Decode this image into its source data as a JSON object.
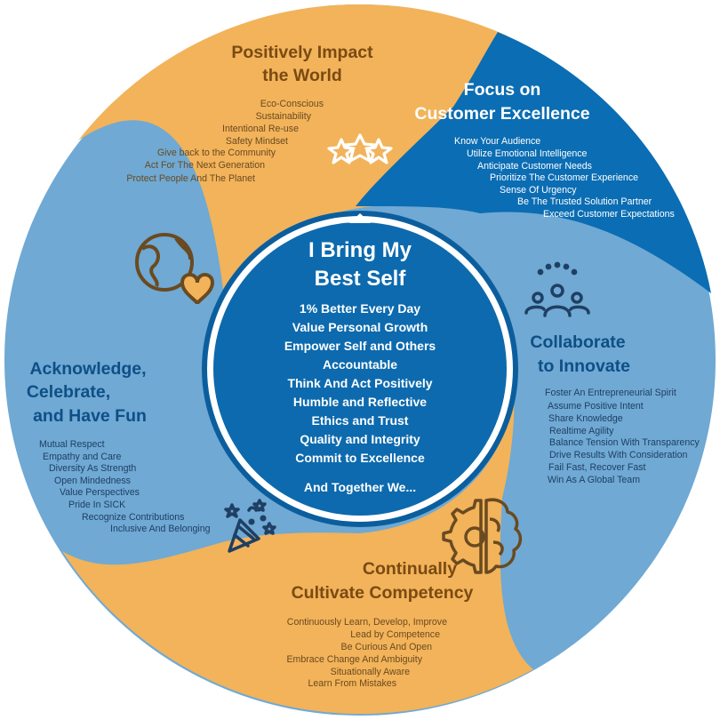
{
  "colors": {
    "orange": "#F2B35A",
    "dark_blue": "#0B6DB3",
    "light_blue": "#6FA9D4",
    "center_blue": "#0D6AAE",
    "heading_orange": "#7A4A12",
    "heading_blue": "#0F4F86",
    "item_orange": "#6A4A20",
    "item_blue": "#1F3F63"
  },
  "center": {
    "title_line1": "I Bring My",
    "title_line2": "Best Self",
    "values": [
      "1% Better Every Day",
      "Value Personal Growth",
      "Empower Self and Others",
      "Accountable",
      "Think And Act Positively",
      "Humble and Reflective",
      "Ethics and Trust",
      "Quality and Integrity",
      "Commit to Excellence"
    ],
    "footer": "And Together We..."
  },
  "sections": {
    "impact": {
      "title_line1": "Positively Impact",
      "title_line2": "the World",
      "icon": "globe-heart-icon",
      "items": [
        "Eco-Conscious",
        "Sustainability",
        "Intentional Re-use",
        "Safety Mindset",
        "Give back to the Community",
        "Act For The Next Generation",
        "Protect People And The Planet"
      ]
    },
    "customer": {
      "title_line1": "Focus on",
      "title_line2": "Customer Excellence",
      "icon": "three-stars-icon",
      "items": [
        "Know Your Audience",
        "Utilize Emotional Intelligence",
        "Anticipate Customer Needs",
        "Prioritize The Customer Experience",
        "Sense Of Urgency",
        "Be The Trusted Solution Partner",
        "Exceed Customer Expectations"
      ]
    },
    "collaborate": {
      "title_line1": "Collaborate",
      "title_line2": "to Innovate",
      "icon": "team-icon",
      "items": [
        "Foster An Entrepreneurial Spirit",
        "Assume Positive Intent",
        "Share Knowledge",
        "Realtime Agility",
        "Balance Tension With Transparency",
        "Drive Results With Consideration",
        "Fail Fast, Recover Fast",
        "Win As A Global Team"
      ]
    },
    "competency": {
      "title_line1": "Continually",
      "title_line2": "Cultivate Competency",
      "icon": "brain-gear-icon",
      "items": [
        "Continuously Learn, Develop, Improve",
        "Lead by Competence",
        "Be Curious And Open",
        "Embrace Change And Ambiguity",
        "Situationally Aware",
        "Learn From Mistakes"
      ]
    },
    "celebrate": {
      "title_line1": "Acknowledge,",
      "title_line2": "Celebrate,",
      "title_line3": "and Have Fun",
      "icon": "party-popper-icon",
      "items": [
        "Mutual Respect",
        "Empathy and Care",
        "Diversity As Strength",
        "Open Mindedness",
        "Value Perspectives",
        "Pride In SICK",
        "Recognize Contributions",
        "Inclusive And Belonging"
      ]
    }
  }
}
